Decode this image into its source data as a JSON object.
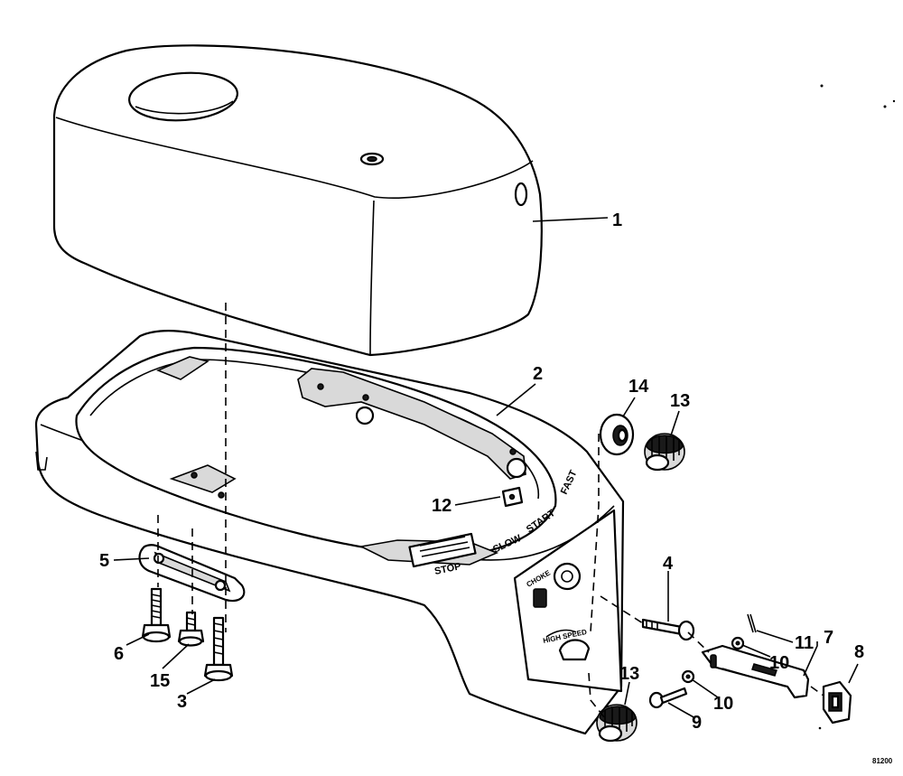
{
  "callouts": {
    "c1": "1",
    "c2": "2",
    "c3": "3",
    "c4": "4",
    "c5": "5",
    "c6": "6",
    "c7": "7",
    "c8": "8",
    "c9": "9",
    "c10a": "10",
    "c10b": "10",
    "c11": "11",
    "c12": "12",
    "c13a": "13",
    "c13b": "13",
    "c14": "14",
    "c15": "15"
  },
  "panel_labels": {
    "stop": "STOP",
    "slow": "SLOW",
    "start": "START",
    "fast": "FAST",
    "high_speed": "HIGH SPEED",
    "choke": "CHOKE"
  },
  "figure_code": "81200"
}
